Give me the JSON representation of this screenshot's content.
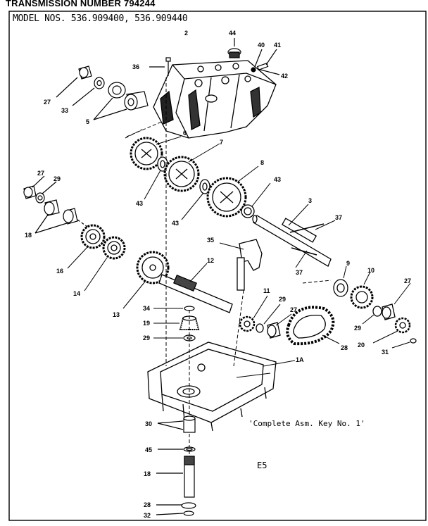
{
  "header": {
    "title": "TRANSMISSION NUMBER 794244",
    "model": "MODEL NOS. 536.909400, 536.909440"
  },
  "notes": {
    "complete_assembly": "'Complete Asm. Key No. 1'",
    "code": "E5"
  },
  "callouts": {
    "c2": "2",
    "c44": "44",
    "c40": "40",
    "c41": "41",
    "c42": "42",
    "c36": "36",
    "c27a": "27",
    "c33": "33",
    "c5": "5",
    "c6": "6",
    "c7": "7",
    "c8": "8",
    "c43a": "43",
    "c43b": "43",
    "c43c": "43",
    "c27b": "27",
    "c29a": "29",
    "c18": "18",
    "c3": "3",
    "c37a": "37",
    "c35": "35",
    "c16": "16",
    "c14": "14",
    "c12": "12",
    "c37b": "37",
    "c9": "9",
    "c10": "10",
    "c27c": "27",
    "c13": "13",
    "c34": "34",
    "c11": "11",
    "c29b": "29",
    "c27d": "27",
    "c19": "19",
    "c29c": "29",
    "c29d": "29",
    "c20": "20",
    "c28a": "28",
    "c31": "31",
    "c1A": "1A",
    "c30": "30",
    "c45": "45",
    "c18b": "18",
    "c28b": "28",
    "c32": "32"
  }
}
